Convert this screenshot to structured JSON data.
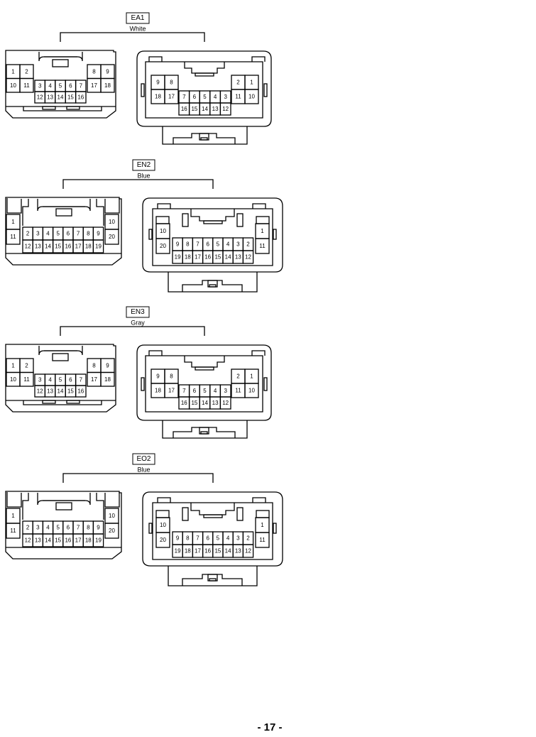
{
  "page_number": "- 17 -",
  "connectors": [
    {
      "code": "EA1",
      "color": "White",
      "variant": "18",
      "left": {
        "side_upper": [
          "1",
          "2"
        ],
        "side_lower": [
          "10",
          "11"
        ],
        "center_upper": [
          "3",
          "4",
          "5",
          "6",
          "7"
        ],
        "center_lower": [
          "12",
          "13",
          "14",
          "15",
          "16"
        ],
        "right_upper": [
          "8",
          "9"
        ],
        "right_lower": [
          "17",
          "18"
        ]
      },
      "right": {
        "side_upper": [
          "9",
          "8"
        ],
        "side_lower": [
          "18",
          "17"
        ],
        "center_upper": [
          "7",
          "6",
          "5",
          "4",
          "3"
        ],
        "center_lower": [
          "16",
          "15",
          "14",
          "13",
          "12"
        ],
        "right_upper": [
          "2",
          "1"
        ],
        "right_lower": [
          "11",
          "10"
        ]
      }
    },
    {
      "code": "EN2",
      "color": "Blue",
      "variant": "20",
      "left": {
        "side_upper": [
          "1"
        ],
        "side_lower": [
          "11"
        ],
        "center_upper": [
          "2",
          "3",
          "4",
          "5",
          "6",
          "7",
          "8",
          "9"
        ],
        "center_lower": [
          "12",
          "13",
          "14",
          "15",
          "16",
          "17",
          "18",
          "19"
        ],
        "right_upper": [
          "10"
        ],
        "right_lower": [
          "20"
        ]
      },
      "right": {
        "side_upper": [
          "10"
        ],
        "side_lower": [
          "20"
        ],
        "center_upper": [
          "9",
          "8",
          "7",
          "6",
          "5",
          "4",
          "3",
          "2"
        ],
        "center_lower": [
          "19",
          "18",
          "17",
          "16",
          "15",
          "14",
          "13",
          "12"
        ],
        "right_upper": [
          "1"
        ],
        "right_lower": [
          "11"
        ]
      }
    },
    {
      "code": "EN3",
      "color": "Gray",
      "variant": "18",
      "left": {
        "side_upper": [
          "1",
          "2"
        ],
        "side_lower": [
          "10",
          "11"
        ],
        "center_upper": [
          "3",
          "4",
          "5",
          "6",
          "7"
        ],
        "center_lower": [
          "12",
          "13",
          "14",
          "15",
          "16"
        ],
        "right_upper": [
          "8",
          "9"
        ],
        "right_lower": [
          "17",
          "18"
        ]
      },
      "right": {
        "side_upper": [
          "9",
          "8"
        ],
        "side_lower": [
          "18",
          "17"
        ],
        "center_upper": [
          "7",
          "6",
          "5",
          "4",
          "3"
        ],
        "center_lower": [
          "16",
          "15",
          "14",
          "13",
          "12"
        ],
        "right_upper": [
          "2",
          "1"
        ],
        "right_lower": [
          "11",
          "10"
        ]
      }
    },
    {
      "code": "EO2",
      "color": "Blue",
      "variant": "20",
      "left": {
        "side_upper": [
          "1"
        ],
        "side_lower": [
          "11"
        ],
        "center_upper": [
          "2",
          "3",
          "4",
          "5",
          "6",
          "7",
          "8",
          "9"
        ],
        "center_lower": [
          "12",
          "13",
          "14",
          "15",
          "16",
          "17",
          "18",
          "19"
        ],
        "right_upper": [
          "10"
        ],
        "right_lower": [
          "20"
        ]
      },
      "right": {
        "side_upper": [
          "10"
        ],
        "side_lower": [
          "20"
        ],
        "center_upper": [
          "9",
          "8",
          "7",
          "6",
          "5",
          "4",
          "3",
          "2"
        ],
        "center_lower": [
          "19",
          "18",
          "17",
          "16",
          "15",
          "14",
          "13",
          "12"
        ],
        "right_upper": [
          "1"
        ],
        "right_lower": [
          "11"
        ]
      }
    }
  ]
}
